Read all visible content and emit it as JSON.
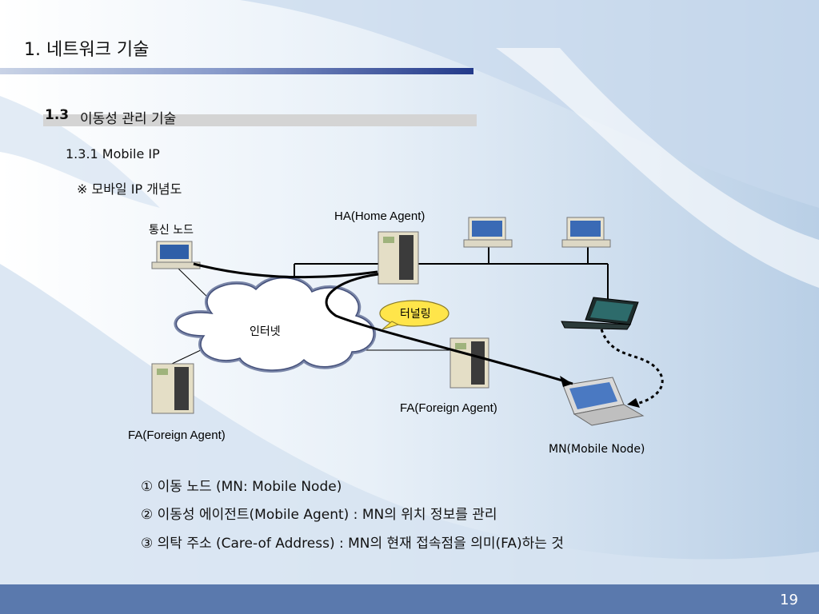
{
  "slide": {
    "title": "1. 네트워크 기술",
    "section_number": "1.3",
    "section_title": "이동성 관리 기술",
    "subsection": "1.3.1 Mobile IP",
    "note": "※ 모바일 IP 개념도",
    "page_number": "19"
  },
  "diagram": {
    "correspondent_node": "통신 노드",
    "home_agent": "HA(Home Agent)",
    "internet": "인터넷",
    "tunneling": "터널링",
    "foreign_agent_right": "FA(Foreign Agent)",
    "foreign_agent_left": "FA(Foreign Agent)",
    "mobile_node": "MN(Mobile Node)"
  },
  "list": [
    "① 이동 노드 (MN: Mobile Node)",
    "② 이동성 에이전트(Mobile Agent) : MN의 위치 정보를 관리",
    "③ 의탁 주소 (Care-of Address) : MN의 현재 접속점을 의미(FA)하는 것"
  ],
  "colors": {
    "footer": "#5a79ad",
    "title_bar_end": "#233a8a",
    "tunnel_bubble": "#ffe54a"
  }
}
